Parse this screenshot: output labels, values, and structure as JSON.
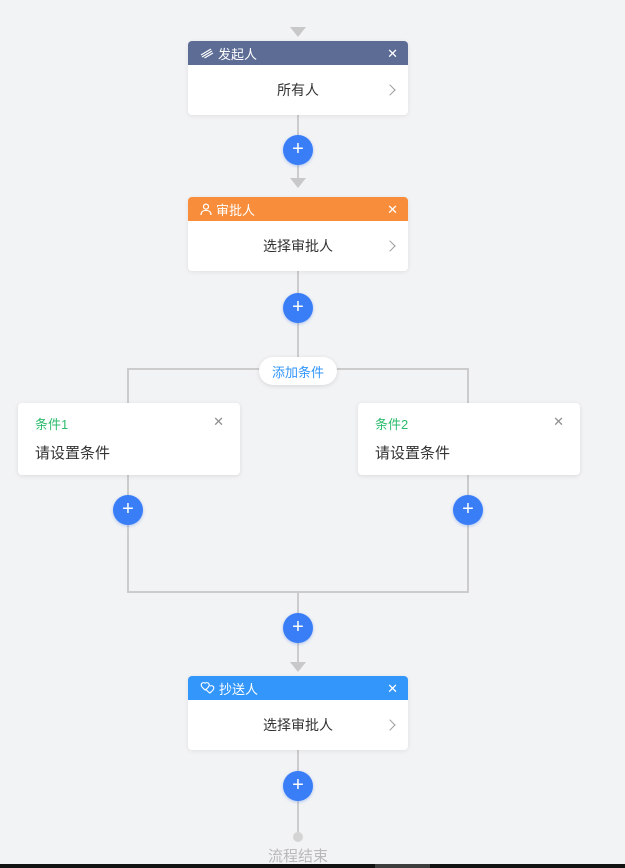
{
  "colors": {
    "background": "#f2f3f5",
    "initiator_header": "#5c6c95",
    "approver_header": "#f88e3c",
    "cc_header": "#3296fa",
    "plus_button": "#3a7ef7",
    "condition_title_green": "#2dbd6e",
    "connector_gray": "#cccccc",
    "add_condition_text": "#3296fa"
  },
  "icons": {
    "plus": "+",
    "close": "✕",
    "close_light": "✕"
  },
  "nodes": {
    "initiator": {
      "title": "发起人",
      "body": "所有人"
    },
    "approver": {
      "title": "审批人",
      "body": "选择审批人"
    },
    "cc": {
      "title": "抄送人",
      "body": "选择审批人"
    }
  },
  "branch": {
    "add_condition_label": "添加条件",
    "conditions": [
      {
        "title": "条件1",
        "body": "请设置条件"
      },
      {
        "title": "条件2",
        "body": "请设置条件"
      }
    ]
  },
  "end_label": "流程结束"
}
